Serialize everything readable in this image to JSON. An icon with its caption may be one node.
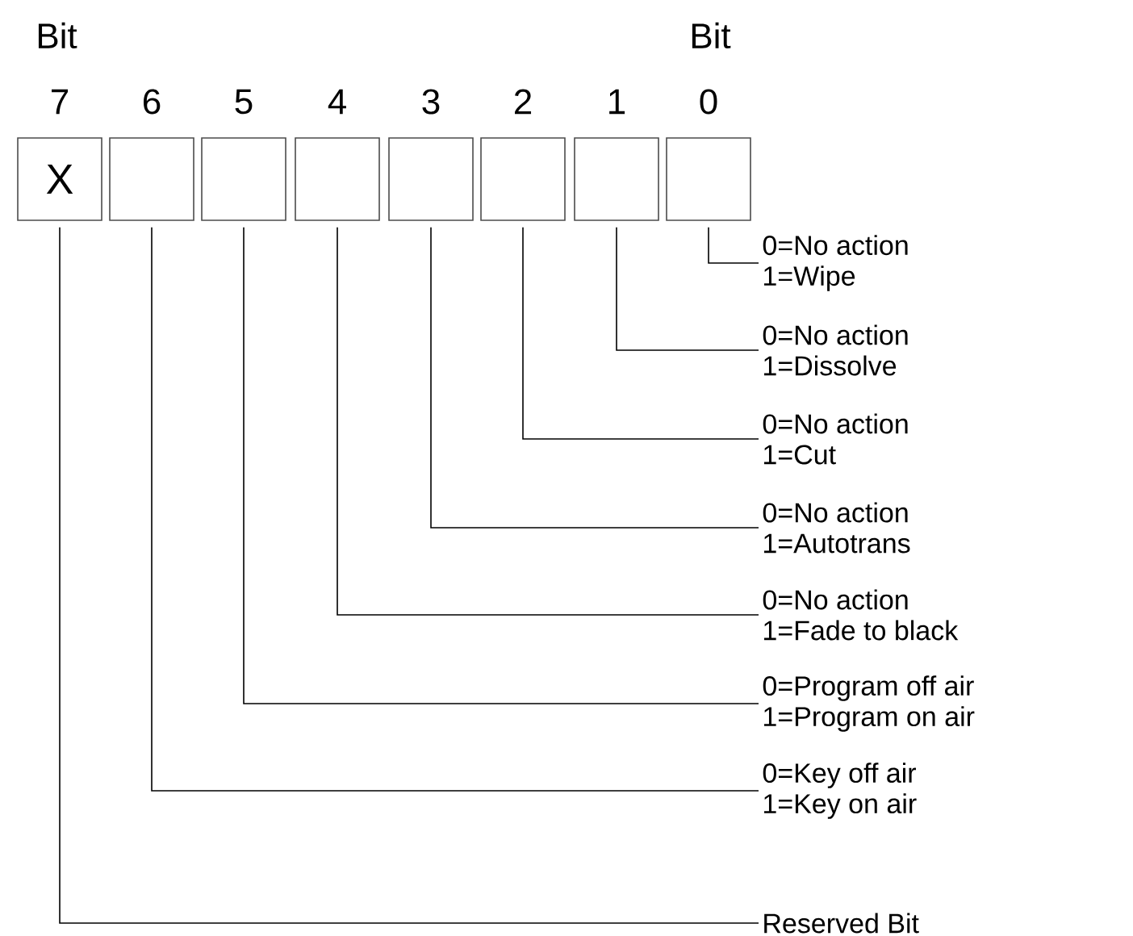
{
  "diagram": {
    "nodes": [
      {
        "text": [
          "X"
        ],
        "beside": [
          "7"
        ]
      },
      {
        "text": [],
        "shape": "box",
        "beside": [
          "6"
        ]
      },
      {
        "text": [],
        "shape": "box",
        "beside": [
          "5"
        ]
      },
      {
        "text": [],
        "shape": "box",
        "beside": [
          "4"
        ]
      },
      {
        "text": [],
        "shape": "box",
        "beside": [
          "3"
        ]
      },
      {
        "text": [],
        "shape": "box",
        "beside": [
          "2"
        ]
      },
      {
        "text": [],
        "shape": "box",
        "beside": [
          "1"
        ]
      },
      {
        "text": [],
        "shape": "box",
        "beside": [
          "0"
        ]
      },
      {
        "text": [
          "0=No action",
          "1=Wipe"
        ]
      },
      {
        "text": [
          "0=No action",
          "1=Dissolve"
        ]
      },
      {
        "text": [
          "0=No action",
          "1=Cut"
        ]
      },
      {
        "text": [
          "0=No action",
          "1=Autotrans"
        ]
      },
      {
        "text": [
          "0=No action",
          "1=Fade to black"
        ]
      },
      {
        "text": [
          "0=Program off air",
          "1=Program on air"
        ]
      },
      {
        "text": [
          "0=Key off air",
          "1=Key on air"
        ]
      },
      {
        "text": [
          "Reserved Bit"
        ]
      }
    ],
    "edges": [
      {
        "from": 7,
        "to": 8,
        "arrow": "none"
      },
      {
        "from": 6,
        "to": 9,
        "arrow": "none"
      },
      {
        "from": 5,
        "to": 10,
        "arrow": "none"
      },
      {
        "from": 4,
        "to": 11,
        "arrow": "none"
      },
      {
        "from": 3,
        "to": 12,
        "arrow": "none"
      },
      {
        "from": 2,
        "to": 13,
        "arrow": "none"
      },
      {
        "from": 1,
        "to": 14,
        "arrow": "none"
      },
      {
        "from": 0,
        "to": 15,
        "arrow": "none"
      }
    ],
    "labels": [
      "Bit",
      "Bit"
    ]
  }
}
